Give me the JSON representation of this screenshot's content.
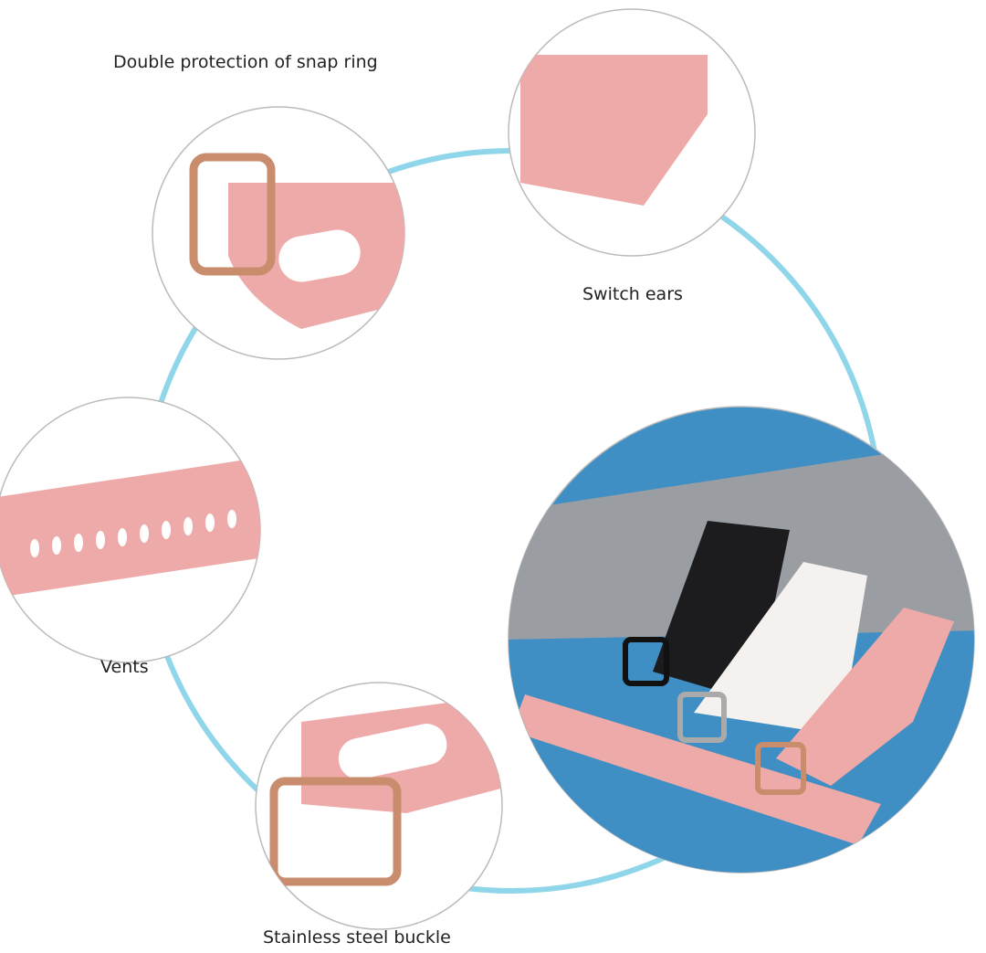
{
  "labels": {
    "snap_ring": "Double protection of snap ring",
    "switch_ears": "Switch ears",
    "vents": "Vents",
    "buckle": "Stainless steel buckle"
  },
  "colors": {
    "ring": "#8fd6ea",
    "strap_pink": "#eeaaa8",
    "buckle_gold": "#c98d6e",
    "strap_black": "#1c1c1e",
    "strap_white": "#f4f1ee",
    "surface_blue": "#3f8fc4",
    "wall_gray": "#9a9ea3"
  }
}
